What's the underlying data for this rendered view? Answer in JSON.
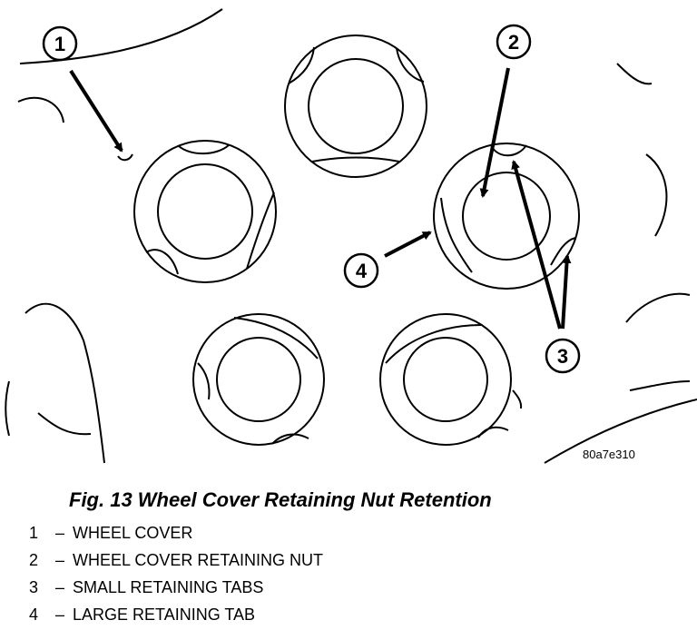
{
  "figure": {
    "code": "80a7e310",
    "caption": "Fig. 13 Wheel Cover Retaining Nut Retention",
    "callouts": [
      "1",
      "2",
      "3",
      "4"
    ]
  },
  "legend": [
    {
      "num": "1",
      "sep": "–",
      "text": "WHEEL COVER"
    },
    {
      "num": "2",
      "sep": "–",
      "text": "WHEEL COVER RETAINING NUT"
    },
    {
      "num": "3",
      "sep": "–",
      "text": "SMALL RETAINING TABS"
    },
    {
      "num": "4",
      "sep": "–",
      "text": "LARGE RETAINING TAB"
    }
  ]
}
